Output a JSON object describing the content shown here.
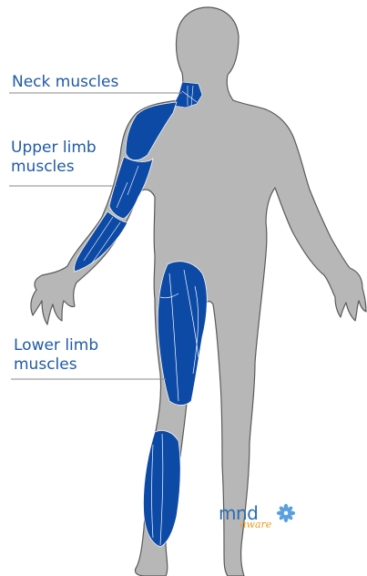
{
  "labels": {
    "neck": "Neck muscles",
    "upper_line1": "Upper limb",
    "upper_line2": "muscles",
    "lower_line1": "Lower limb",
    "lower_line2": "muscles"
  },
  "logo": {
    "main": "mnd",
    "sub": "aware"
  },
  "colors": {
    "muscle": "#0d4aa6",
    "body": "#b7b7b7",
    "outline": "#5a5a5a",
    "label": "#1f5aa6",
    "logo_flower": "#5aa0de"
  }
}
